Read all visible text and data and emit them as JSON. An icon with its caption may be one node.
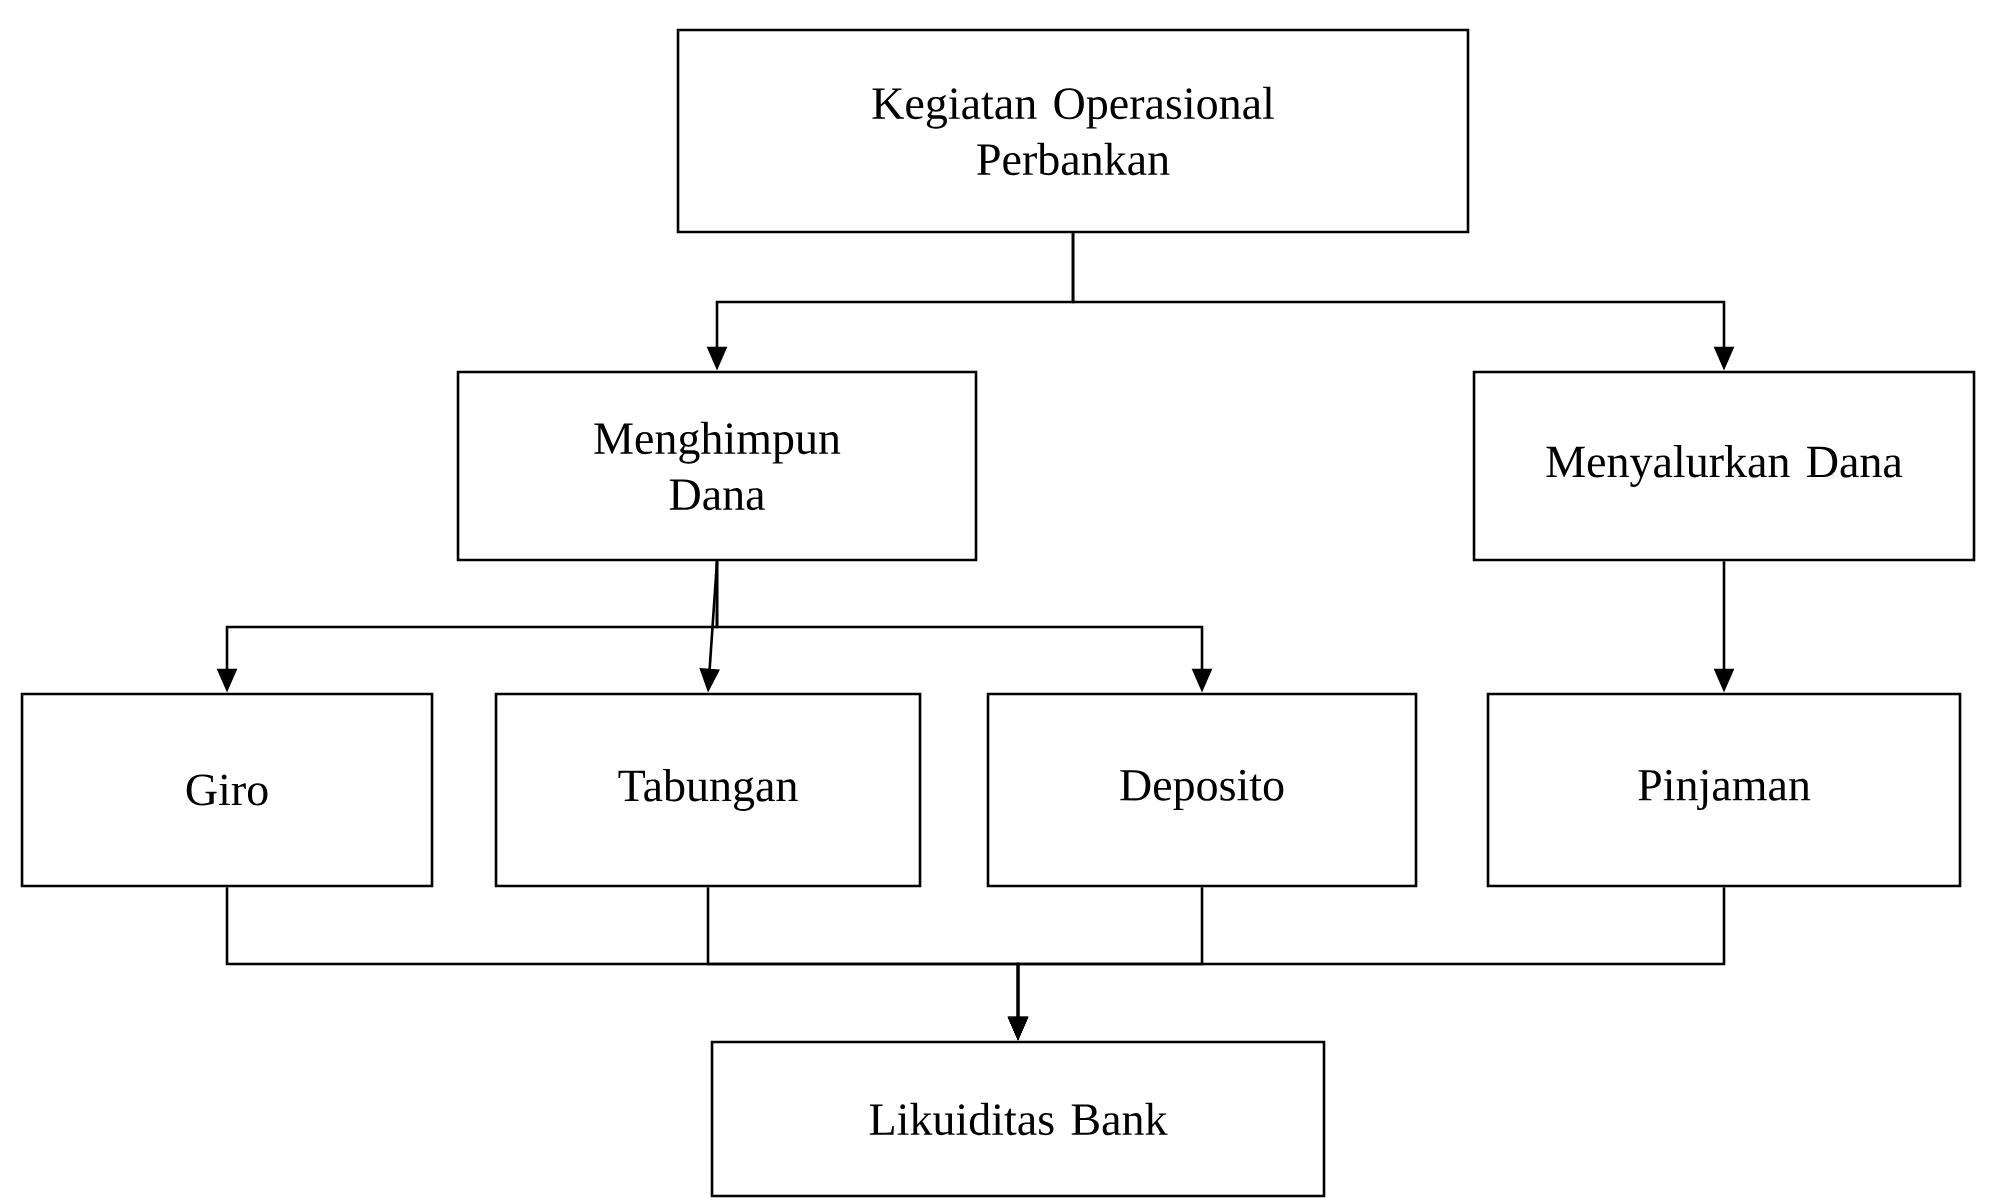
{
  "diagram": {
    "nodes": [
      {
        "text": [
          "Kegiatan Operasional Perbankan"
        ]
      },
      {
        "text": [
          "Menghimpun Dana"
        ]
      },
      {
        "text": [
          "Menyalurkan Dana"
        ]
      },
      {
        "text": [
          "Giro"
        ]
      },
      {
        "text": [
          "Tabungan"
        ]
      },
      {
        "text": [
          "Deposito"
        ]
      },
      {
        "text": [
          "Pinjaman"
        ]
      },
      {
        "text": [
          "Likuiditas Bank"
        ]
      }
    ],
    "edges": [
      {
        "from": 0,
        "to": 1,
        "arrow": "to"
      },
      {
        "from": 0,
        "to": 2,
        "arrow": "to"
      },
      {
        "from": 1,
        "to": 3,
        "arrow": "to"
      },
      {
        "from": 1,
        "to": 4,
        "arrow": "to"
      },
      {
        "from": 1,
        "to": 5,
        "arrow": "to"
      },
      {
        "from": 2,
        "to": 6,
        "arrow": "to"
      },
      {
        "from": 3,
        "to": 7,
        "arrow": "to"
      },
      {
        "from": 4,
        "to": 7,
        "arrow": "to"
      },
      {
        "from": 5,
        "to": 7,
        "arrow": "to"
      },
      {
        "from": 6,
        "to": 7,
        "arrow": "to"
      }
    ]
  }
}
